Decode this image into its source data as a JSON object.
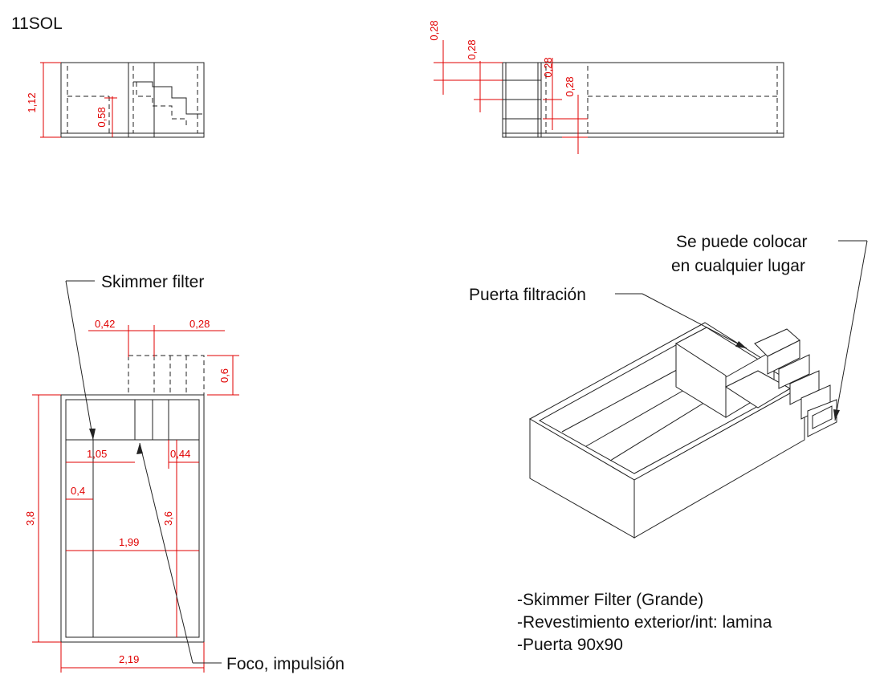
{
  "drawing_code": "11SOL",
  "top_left_dims": {
    "height": "1,12",
    "step": "0,58"
  },
  "top_right_dims": {
    "d1": "0,28",
    "d2": "0,28",
    "d3": "0,28",
    "d4": "0,28"
  },
  "plan_dims": {
    "w_left": "0,42",
    "w_right": "0,28",
    "skimmer_depth": "0,6",
    "total_h": "3,8",
    "inner_h": "3,6",
    "w_105": "1,05",
    "w_044": "0,44",
    "w_04": "0,4",
    "inner_w": "1,99",
    "total_w": "2,19"
  },
  "labels": {
    "skimmer": "Skimmer filter",
    "foco": "Foco, impulsión",
    "puerta": "Puerta filtración",
    "colocar_line1": "Se puede colocar",
    "colocar_line2": "en cualquier lugar"
  },
  "notes": [
    "-Skimmer Filter (Grande)",
    "-Revestimiento exterior/int: lamina",
    "-Puerta 90x90"
  ],
  "colors": {
    "dimension": "#e00000",
    "linework": "#222222"
  }
}
